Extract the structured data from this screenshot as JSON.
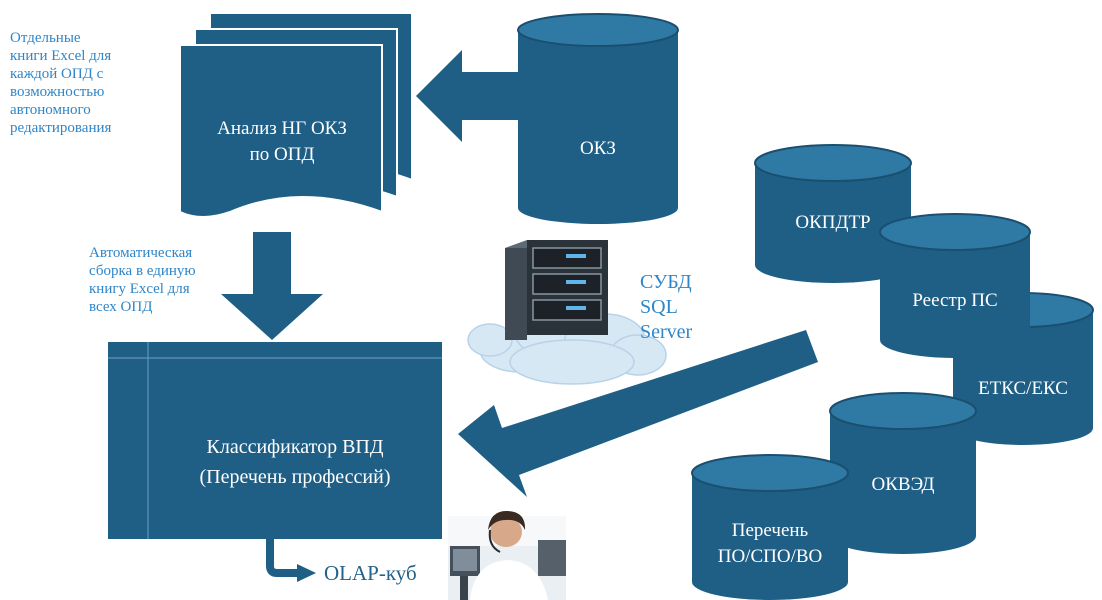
{
  "notes": {
    "separate_books": [
      "Отдельные",
      "книги Excel для",
      "каждой ОПД с",
      "возможностью",
      "автономного",
      "редактирования"
    ],
    "auto_assembly": [
      "Автоматическая",
      "сборка в единую",
      "книгу Excel для",
      "всех ОПД"
    ]
  },
  "analysis_doc": {
    "line1": "Анализ НГ ОКЗ",
    "line2": "по ОПД"
  },
  "okz_db": {
    "label": "ОКЗ"
  },
  "dbms": {
    "line1": "СУБД",
    "line2": "SQL",
    "line3": "Server"
  },
  "classifier": {
    "line1": "Классификатор ВПД",
    "line2": "(Перечень профессий)"
  },
  "olap": {
    "label": "OLAP-куб"
  },
  "databases": {
    "okpdtr": "ОКПДТР",
    "registry": "Реестр ПС",
    "etks": "ЕТКС/ЕКС",
    "okved": "ОКВЭД",
    "list_line1": "Перечень",
    "list_line2": "ПО/СПО/ВО"
  },
  "colors": {
    "shape_fill": "#1f5f86",
    "shape_top": "#2f7aa5",
    "note_text": "#2e86c8"
  }
}
